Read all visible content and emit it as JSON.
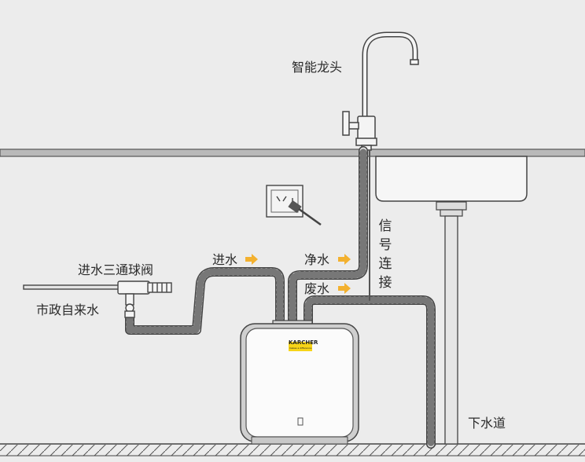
{
  "labels": {
    "faucet": "智能龙头",
    "inlet_valve": "进水三通球阀",
    "tap_water": "市政自来水",
    "water_in": "进水",
    "pure_water": "净水",
    "waste_water": "废水",
    "signal": "信号连接",
    "drain": "下水道"
  },
  "brand": {
    "name": "KARCHER",
    "sub": "makes a difference"
  },
  "colors": {
    "background": "#ececec",
    "line": "#4a4a4a",
    "arrow": "#f3b12f",
    "brand_bar": "#f7d417"
  }
}
